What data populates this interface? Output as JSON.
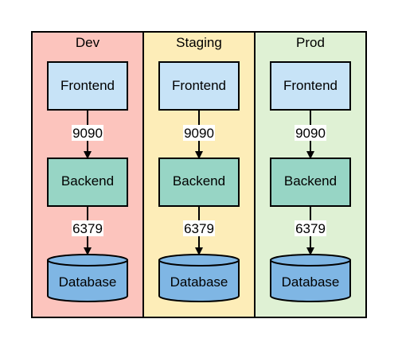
{
  "colors": {
    "dev": "#fcc4bd",
    "staging": "#fdedb8",
    "prod": "#dff1d4",
    "frontend": "#c7e3f7",
    "backend": "#97d5c5",
    "database": "#7fb6e4",
    "stroke": "#000000"
  },
  "environments": [
    {
      "name": "Dev",
      "frontend": "Frontend",
      "backend": "Backend",
      "database": "Database",
      "port_frontend_backend": "9090",
      "port_backend_database": "6379"
    },
    {
      "name": "Staging",
      "frontend": "Frontend",
      "backend": "Backend",
      "database": "Database",
      "port_frontend_backend": "9090",
      "port_backend_database": "6379"
    },
    {
      "name": "Prod",
      "frontend": "Frontend",
      "backend": "Backend",
      "database": "Database",
      "port_frontend_backend": "9090",
      "port_backend_database": "6379"
    }
  ]
}
